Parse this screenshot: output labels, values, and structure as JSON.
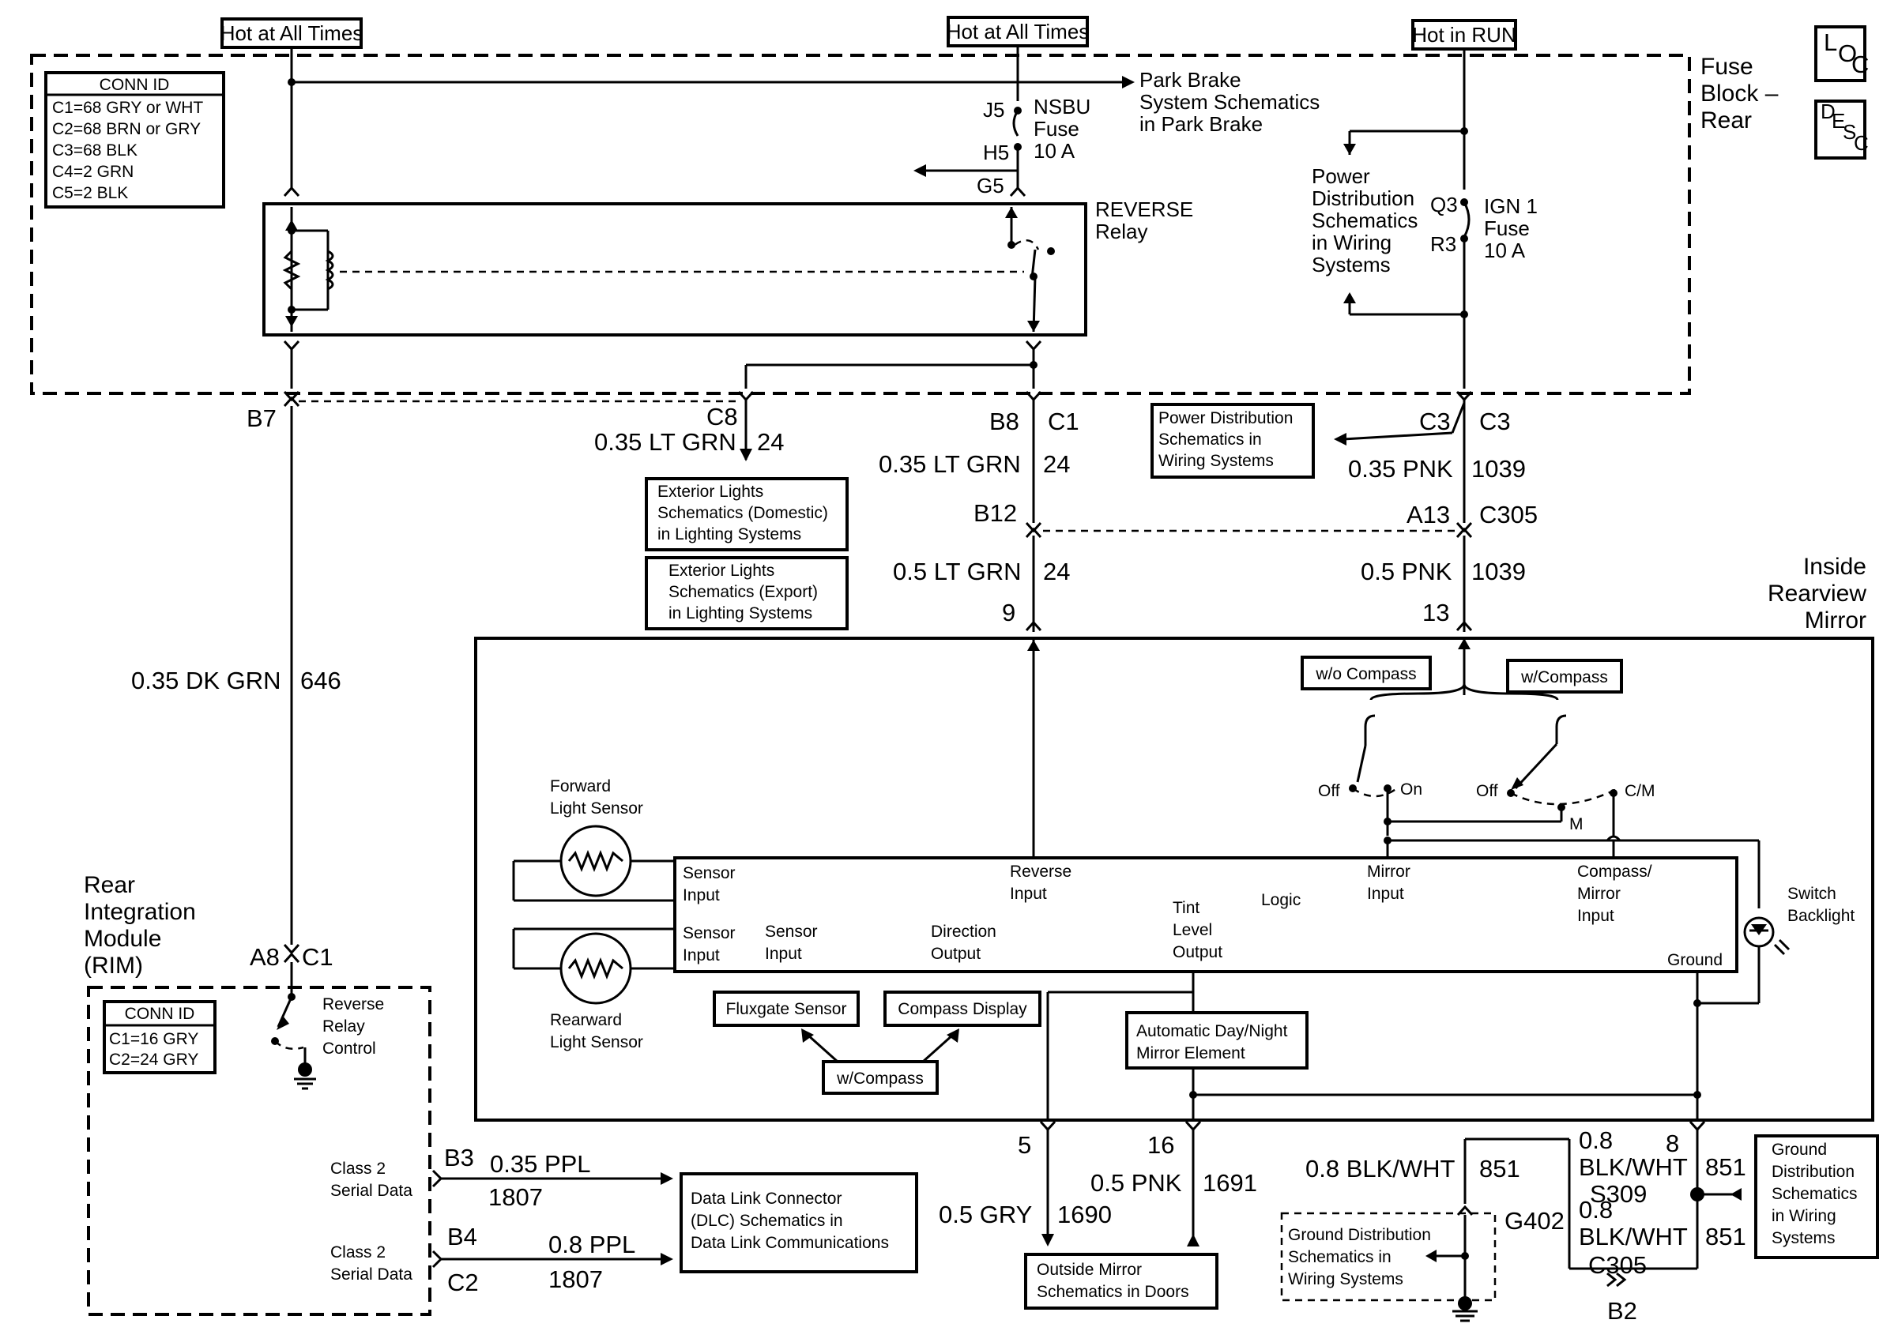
{
  "page": {
    "loc_label": "L O C",
    "desc_label": "D E S C"
  },
  "power": {
    "hot1": "Hot at All Times",
    "hot2": "Hot at All Times",
    "hot3": "Hot in RUN"
  },
  "fuse_block": {
    "title_1": "Fuse",
    "title_2": "Block –",
    "title_3": "Rear",
    "conn_id_title": "CONN ID",
    "conn_id_lines": [
      "C1=68 GRY or WHT",
      "C2=68 BRN or GRY",
      "C3=68 BLK",
      "C4=2 GRN",
      "C5=2 BLK"
    ],
    "park_brake_1": "Park Brake",
    "park_brake_2": "System Schematics",
    "park_brake_3": "in Park Brake",
    "j5": "J5",
    "h5": "H5",
    "g5": "G5",
    "nsbu_1": "NSBU",
    "nsbu_2": "Fuse",
    "nsbu_3": "10 A",
    "relay_1": "REVERSE",
    "relay_2": "Relay",
    "pd_1": "Power",
    "pd_2": "Distribution",
    "pd_3": "Schematics",
    "pd_4": "in Wiring",
    "pd_5": "Systems",
    "q3": "Q3",
    "r3": "R3",
    "ign_1": "IGN 1",
    "ign_2": "Fuse",
    "ign_3": "10 A"
  },
  "wires": {
    "b7": "B7",
    "c8": "C8",
    "c8_wire": "0.35 LT GRN",
    "c8_circuit": "24",
    "b8": "B8",
    "b8_conn": "C1",
    "b8_wire": "0.35 LT GRN",
    "b8_circuit": "24",
    "c3_left": "C3",
    "c3_right": "C3",
    "c3_wire": "0.35 PNK",
    "c3_circuit": "1039",
    "b12": "B12",
    "a13": "A13",
    "c305": "C305",
    "lg_wire": "0.5 LT GRN",
    "lg_circuit": "24",
    "pnk_wire": "0.5 PNK",
    "pnk_circuit": "1039",
    "pin9": "9",
    "pin13": "13",
    "dkgrn_wire": "0.35 DK GRN",
    "dkgrn_circuit": "646",
    "a8": "A8",
    "a8_conn": "C1"
  },
  "refs": {
    "pd_wiring_1": "Power Distribution",
    "pd_wiring_2": "Schematics in",
    "pd_wiring_3": "Wiring Systems",
    "ext_dom_1": "Exterior Lights",
    "ext_dom_2": "Schematics (Domestic)",
    "ext_dom_3": "in Lighting Systems",
    "ext_exp_1": "Exterior Lights",
    "ext_exp_2": "Schematics (Export)",
    "ext_exp_3": "in Lighting Systems"
  },
  "mirror": {
    "title_1": "Inside",
    "title_2": "Rearview",
    "title_3": "Mirror",
    "wo_compass": "w/o Compass",
    "w_compass": "w/Compass",
    "off1": "Off",
    "on": "On",
    "off2": "Off",
    "cm": "C/M",
    "m": "M",
    "fwd_1": "Forward",
    "fwd_2": "Light Sensor",
    "rear_1": "Rearward",
    "rear_2": "Light Sensor",
    "sensor_input_a_1": "Sensor",
    "sensor_input_a_2": "Input",
    "sensor_input_b_1": "Sensor",
    "sensor_input_b_2": "Input",
    "sensor_input_c_1": "Sensor",
    "sensor_input_c_2": "Input",
    "reverse_input_1": "Reverse",
    "reverse_input_2": "Input",
    "direction_output_1": "Direction",
    "direction_output_2": "Output",
    "tint_1": "Tint",
    "tint_2": "Level",
    "tint_3": "Output",
    "logic": "Logic",
    "mirror_input_1": "Mirror",
    "mirror_input_2": "Input",
    "compass_mirror_1": "Compass/",
    "compass_mirror_2": "Mirror",
    "compass_mirror_3": "Input",
    "ground": "Ground",
    "switch_backlight_1": "Switch",
    "switch_backlight_2": "Backlight",
    "fluxgate": "Fluxgate Sensor",
    "compass_display": "Compass Display",
    "w_compass_box": "w/Compass",
    "auto_dim_1": "Automatic Day/Night",
    "auto_dim_2": "Mirror Element"
  },
  "bottom": {
    "pin5": "5",
    "pin16": "16",
    "pnk_wire": "0.5 PNK",
    "pnk_circuit": "1691",
    "gry_wire": "0.5 GRY",
    "gry_circuit": "1690",
    "outside_1": "Outside Mirror",
    "outside_2": "Schematics in Doors",
    "pin8": "8",
    "blk_wire_a": "0.8 BLK/WHT",
    "blk_circ_a": "851",
    "blk_wire_b1": "0.8",
    "blk_wire_b2": "BLK/WHT",
    "blk_circ_b": "851",
    "s309": "S309",
    "blk_wire_c1": "0.8",
    "blk_wire_c2": "BLK/WHT",
    "blk_circ_c": "851",
    "c305": "C305",
    "b2": "B2",
    "g402": "G402",
    "gd_left_1": "Ground Distribution",
    "gd_left_2": "Schematics in",
    "gd_left_3": "Wiring Systems",
    "gd_right_1": "Ground",
    "gd_right_2": "Distribution",
    "gd_right_3": "Schematics",
    "gd_right_4": "in Wiring",
    "gd_right_5": "Systems"
  },
  "rim": {
    "title_1": "Rear",
    "title_2": "Integration",
    "title_3": "Module",
    "title_4": "(RIM)",
    "conn_id_title": "CONN ID",
    "conn_id_lines": [
      "C1=16 GRY",
      "C2=24 GRY"
    ],
    "relay_ctrl_1": "Reverse",
    "relay_ctrl_2": "Relay",
    "relay_ctrl_3": "Control",
    "class2_a_1": "Class 2",
    "class2_a_2": "Serial Data",
    "class2_b_1": "Class 2",
    "class2_b_2": "Serial Data",
    "b3": "B3",
    "b4": "B4",
    "c2": "C2",
    "ppl_a_wire": "0.35 PPL",
    "ppl_a_circuit": "1807",
    "ppl_b_wire": "0.8 PPL",
    "ppl_b_circuit": "1807",
    "dlc_1": "Data Link Connector",
    "dlc_2": "(DLC) Schematics in",
    "dlc_3": "Data Link Communications"
  }
}
